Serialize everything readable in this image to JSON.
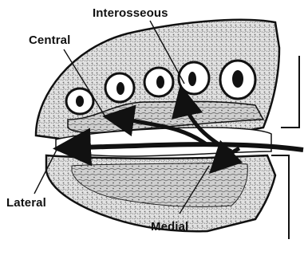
{
  "labels": {
    "interosseous": "Interosseous",
    "central": "Central",
    "lateral": "Lateral",
    "medial": "Medial"
  },
  "colors": {
    "ink": "#111111",
    "paper": "#ffffff",
    "fill": "#d8d8d8"
  }
}
